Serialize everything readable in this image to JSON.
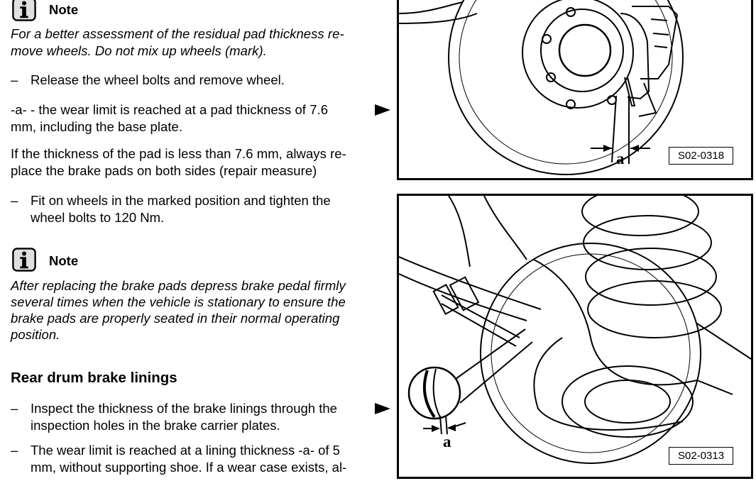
{
  "note1": {
    "label": "Note",
    "icon": "info-icon",
    "line1": "For a better assessment of the residual pad thickness re-",
    "line2": "move wheels. Do not mix up wheels (mark)."
  },
  "step_release": {
    "dash": "–",
    "text": "Release the wheel bolts and remove wheel."
  },
  "wear_limit": {
    "line1": "-a- - the wear limit is reached at a pad thickness of 7.6",
    "line2": "mm, including the base plate."
  },
  "thickness_rule": {
    "line1": "If the thickness of the pad is less than 7.6 mm, always re-",
    "line2": "place the brake pads on both sides (repair measure)"
  },
  "step_fit": {
    "dash": "–",
    "line1": "Fit on wheels in the marked position and tighten the",
    "line2": "wheel bolts to 120 Nm."
  },
  "note2": {
    "label": "Note",
    "icon": "info-icon",
    "line1": "After replacing the brake pads depress brake pedal firmly",
    "line2": "several times when the vehicle is stationary to ensure the",
    "line3": "brake pads are properly seated in their normal operating",
    "line4": "position."
  },
  "section": {
    "title": "Rear drum brake linings"
  },
  "step_inspect": {
    "dash": "–",
    "line1": "Inspect the thickness of the brake linings through the",
    "line2": "inspection holes in the brake carrier plates."
  },
  "step_wear": {
    "dash": "–",
    "line1": "The wear limit is reached at a lining thickness -a- of 5",
    "line2": "mm, without supporting shoe. If a wear case exists, al-"
  },
  "figure1": {
    "code": "S02-0318",
    "label_a": "a"
  },
  "figure2": {
    "code": "S02-0313",
    "label_a": "a"
  }
}
